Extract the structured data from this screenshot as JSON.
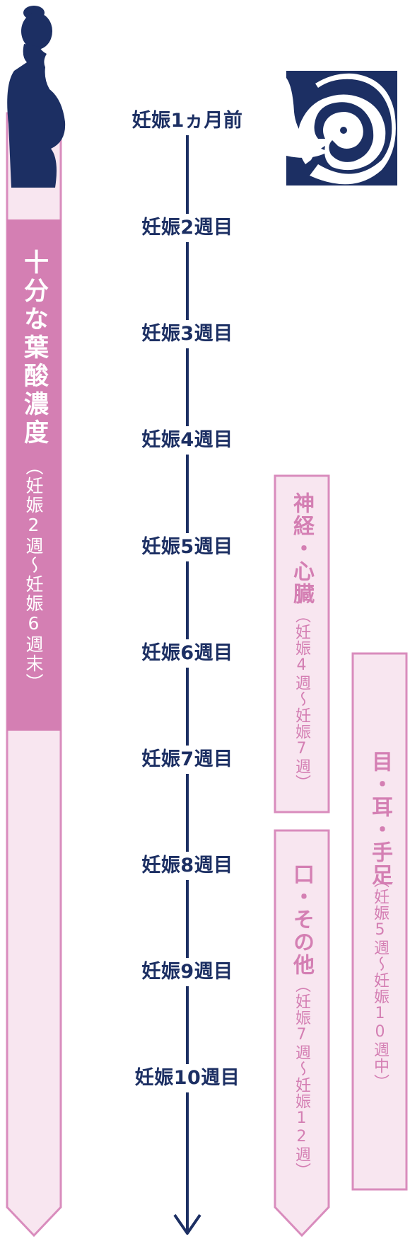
{
  "colors": {
    "navy": "#1c2f63",
    "pink": "#d47fb3",
    "pink_border": "#d98cbd",
    "pale_pink": "#f8e6f0",
    "white": "#ffffff"
  },
  "icons": {
    "pregnant_woman": "pregnant-woman-silhouette-icon",
    "fetus": "fetus-in-womb-icon"
  },
  "timeline": {
    "labels": [
      "妊娠1ヵ月前",
      "妊娠2週目",
      "妊娠3週目",
      "妊娠4週目",
      "妊娠5週目",
      "妊娠6週目",
      "妊娠7週目",
      "妊娠8週目",
      "妊娠9週目",
      "妊娠10週目"
    ]
  },
  "bars": {
    "folic_acid": {
      "title": "十分な葉酸濃度",
      "range": "（妊娠2週〜妊娠6週末）"
    },
    "neural_heart": {
      "title": "神経・心臓",
      "range": "（妊娠4週〜妊娠7週）"
    },
    "eye_ear_hand_foot": {
      "title": "目・耳・手足",
      "range": "（妊娠5週〜妊娠10週中）"
    },
    "mouth_other": {
      "title": "口・その他",
      "range": "（妊娠7週〜妊娠12週）"
    }
  }
}
